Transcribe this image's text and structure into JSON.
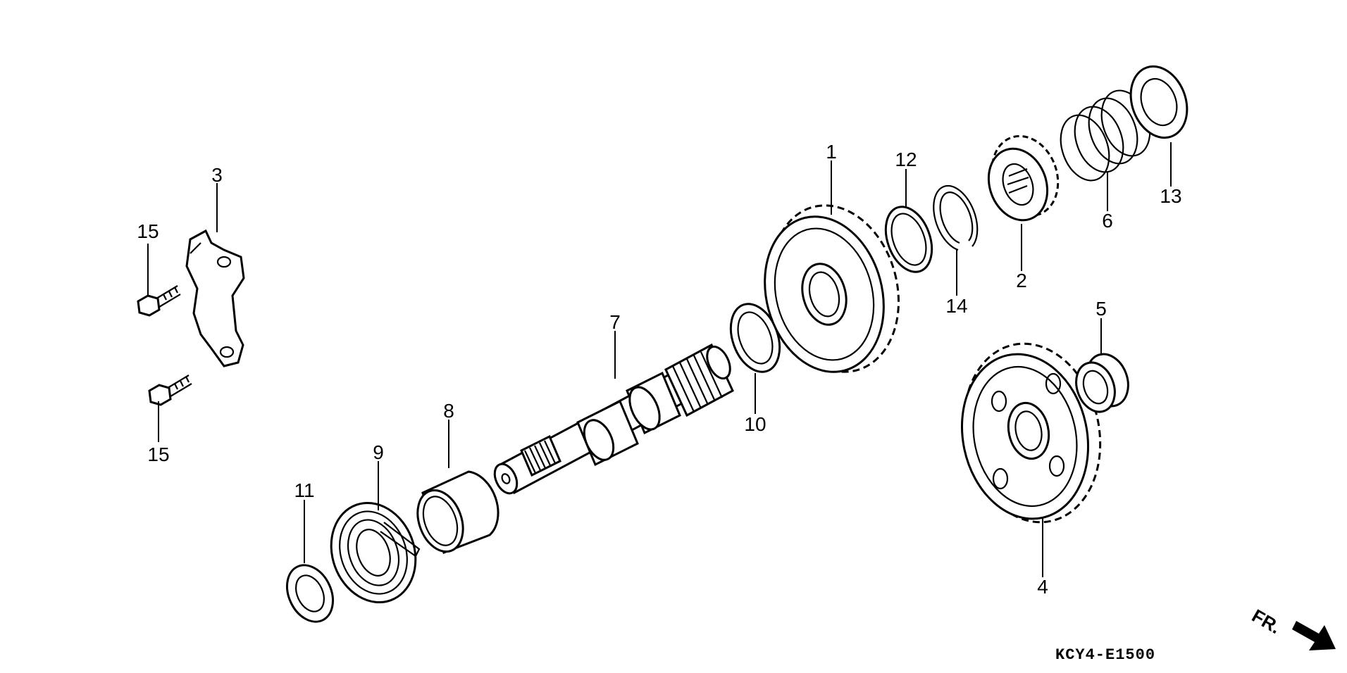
{
  "callouts": [
    {
      "id": "1",
      "label": "1"
    },
    {
      "id": "2",
      "label": "2"
    },
    {
      "id": "3",
      "label": "3"
    },
    {
      "id": "4",
      "label": "4"
    },
    {
      "id": "5",
      "label": "5"
    },
    {
      "id": "6",
      "label": "6"
    },
    {
      "id": "7",
      "label": "7"
    },
    {
      "id": "8",
      "label": "8"
    },
    {
      "id": "9",
      "label": "9"
    },
    {
      "id": "10",
      "label": "10"
    },
    {
      "id": "11",
      "label": "11"
    },
    {
      "id": "12",
      "label": "12"
    },
    {
      "id": "13",
      "label": "13"
    },
    {
      "id": "14",
      "label": "14"
    },
    {
      "id": "15a",
      "label": "15"
    },
    {
      "id": "15b",
      "label": "15"
    }
  ],
  "diagram_code": "KCY4-E1500",
  "direction_label": "FR."
}
